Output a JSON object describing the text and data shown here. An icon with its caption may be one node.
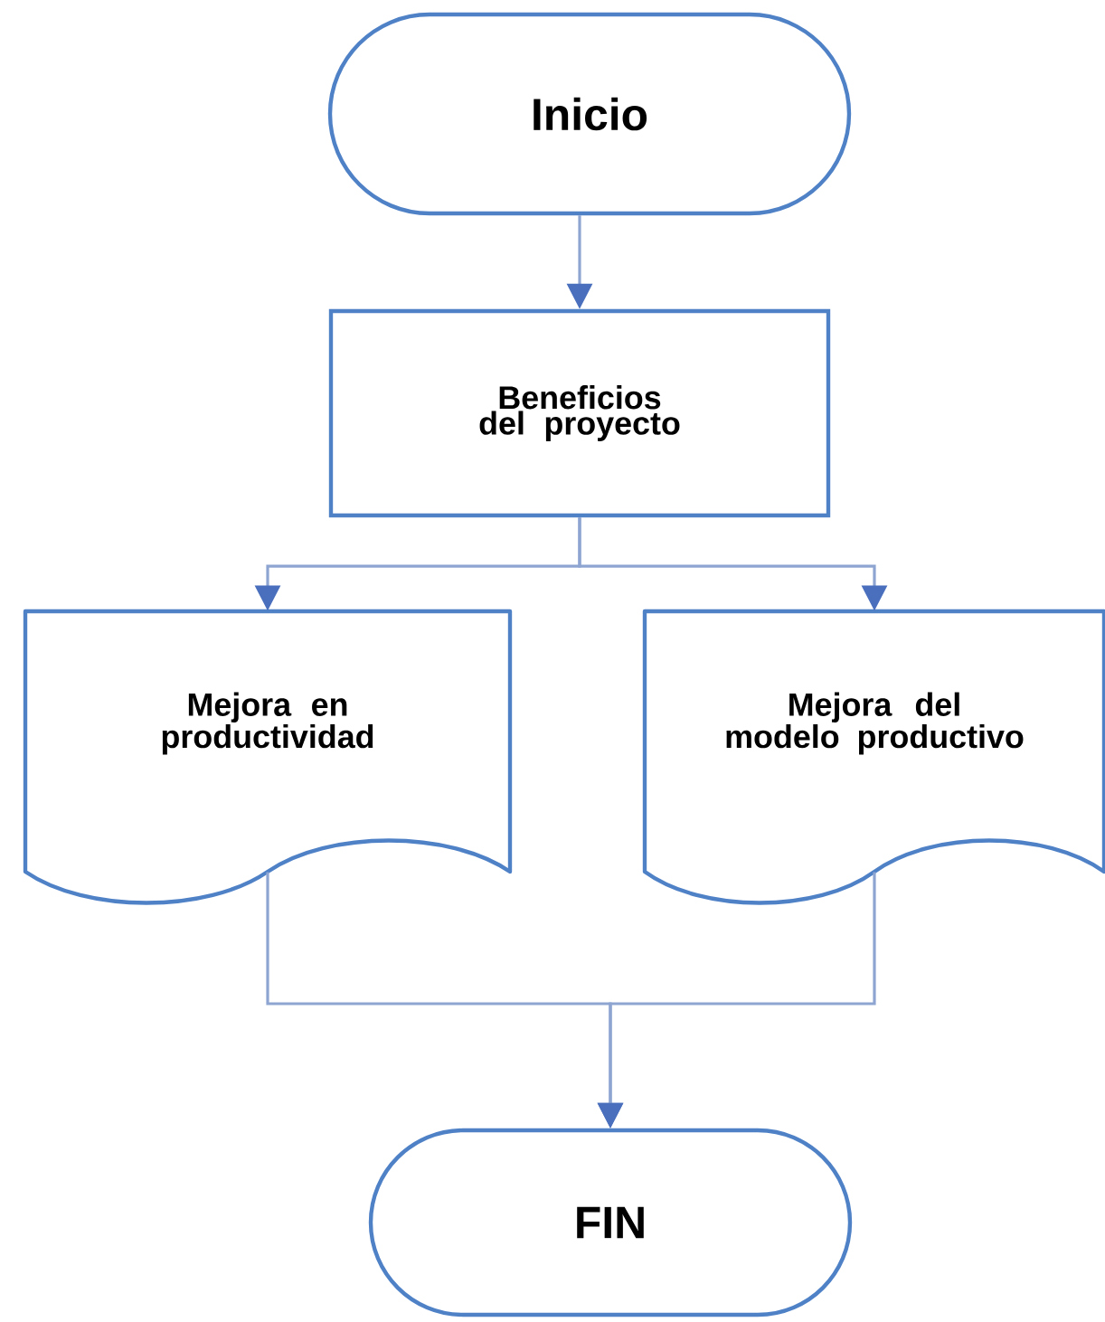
{
  "diagram": {
    "nodes": [
      {
        "text": [
          "Inicio"
        ]
      },
      {
        "text": [
          "Beneficios del proyecto"
        ]
      },
      {
        "text": [
          "Mejora en productividad"
        ]
      },
      {
        "text": [
          "Mejora del modelo productivo"
        ]
      },
      {
        "text": [
          "FIN"
        ]
      }
    ],
    "edges": [
      {
        "from": 0,
        "to": 1,
        "arrow": "to"
      },
      {
        "from": 1,
        "to": 2,
        "arrow": "to"
      },
      {
        "from": 1,
        "to": 3,
        "arrow": "to"
      },
      {
        "from": 2,
        "to": 4,
        "arrow": "to"
      },
      {
        "from": 3,
        "to": 4,
        "arrow": "to"
      }
    ]
  }
}
